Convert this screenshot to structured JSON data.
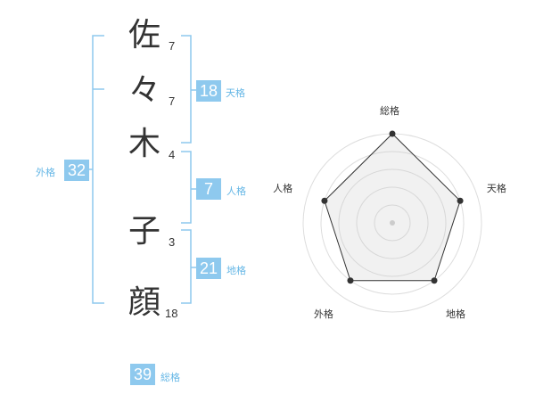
{
  "name": {
    "characters": [
      {
        "char": "佐",
        "strokes": "7"
      },
      {
        "char": "々",
        "strokes": "7"
      },
      {
        "char": "木",
        "strokes": "4"
      },
      {
        "char": "子",
        "strokes": "3"
      },
      {
        "char": "顔",
        "strokes": "18"
      }
    ]
  },
  "fortunes": {
    "tenkaku": {
      "value": "18",
      "label": "天格"
    },
    "jinkaku": {
      "value": "7",
      "label": "人格"
    },
    "chikaku": {
      "value": "21",
      "label": "地格"
    },
    "gaikaku": {
      "value": "32",
      "label": "外格"
    },
    "soukaku": {
      "value": "39",
      "label": "総格"
    }
  },
  "colors": {
    "accent": "#8ec9ee",
    "accent_text": "#66b7e6",
    "bracket": "#8ec9ee"
  },
  "chart_data": {
    "type": "radar",
    "axes": [
      "総格",
      "天格",
      "地格",
      "外格",
      "人格"
    ],
    "values": [
      5,
      4,
      4,
      4,
      4
    ],
    "rmax": 5,
    "rings": 5
  }
}
